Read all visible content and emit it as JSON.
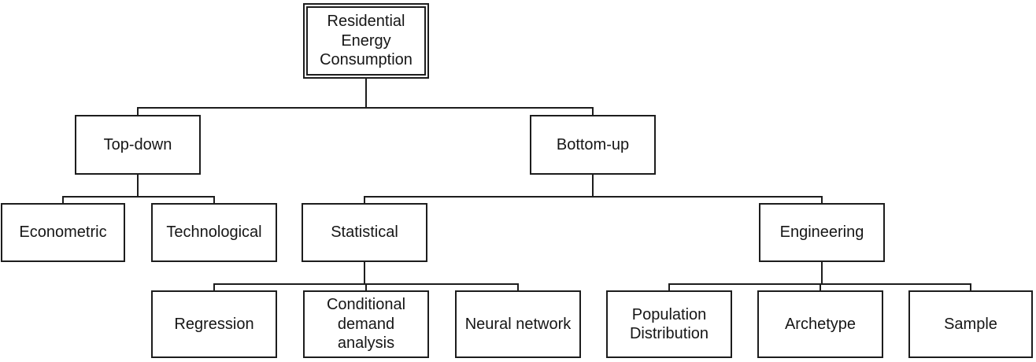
{
  "diagram": {
    "type": "tree",
    "background": "#ffffff",
    "line_color": "#1d1d1d",
    "text_color": "#161616",
    "box_fill": "#ffffff",
    "box_border": "#1d1d1d"
  },
  "nodes": {
    "root": {
      "label": "Residential Energy Consumption"
    },
    "top_down": {
      "label": "Top-down"
    },
    "bottom_up": {
      "label": "Bottom-up"
    },
    "econometric": {
      "label": "Econometric"
    },
    "technological": {
      "label": "Technological"
    },
    "statistical": {
      "label": "Statistical"
    },
    "engineering": {
      "label": "Engineering"
    },
    "regression": {
      "label": "Regression"
    },
    "conditional_demand_analysis": {
      "label": "Conditional demand analysis"
    },
    "neural_network": {
      "label": "Neural network"
    },
    "population_distribution": {
      "label": "Population Distribution"
    },
    "archetype": {
      "label": "Archetype"
    },
    "sample": {
      "label": "Sample"
    }
  },
  "edges": [
    {
      "from": "Residential Energy Consumption",
      "to": "Top-down"
    },
    {
      "from": "Residential Energy Consumption",
      "to": "Bottom-up"
    },
    {
      "from": "Top-down",
      "to": "Econometric"
    },
    {
      "from": "Top-down",
      "to": "Technological"
    },
    {
      "from": "Bottom-up",
      "to": "Statistical"
    },
    {
      "from": "Bottom-up",
      "to": "Engineering"
    },
    {
      "from": "Statistical",
      "to": "Regression"
    },
    {
      "from": "Statistical",
      "to": "Conditional demand analysis"
    },
    {
      "from": "Statistical",
      "to": "Neural network"
    },
    {
      "from": "Engineering",
      "to": "Population Distribution"
    },
    {
      "from": "Engineering",
      "to": "Archetype"
    },
    {
      "from": "Engineering",
      "to": "Sample"
    }
  ]
}
